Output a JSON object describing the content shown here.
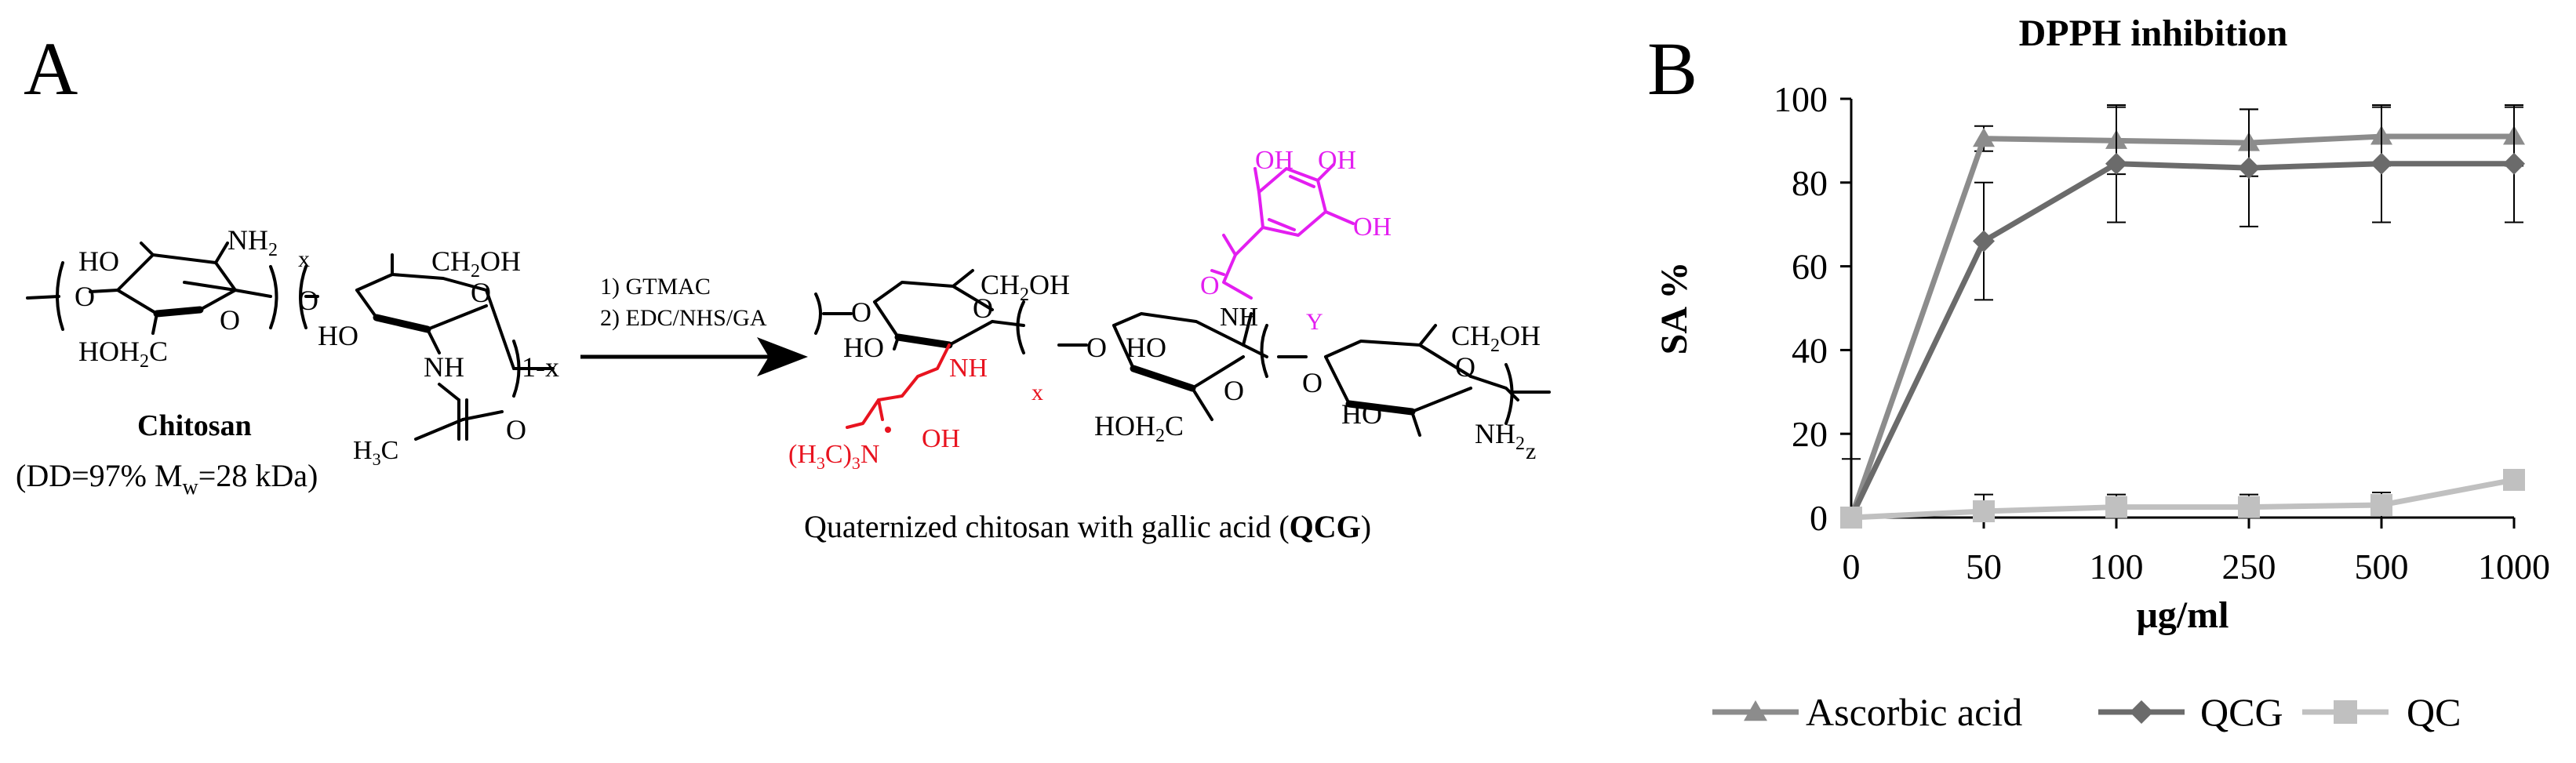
{
  "panel_a": {
    "label": "A",
    "chitosan": {
      "title": "Chitosan",
      "dd_text": "(DD=97% M",
      "mw_sub": "w",
      "mw_rest": "=28 kDa)",
      "atoms": {
        "ho_top": "HO",
        "nh2": "NH",
        "nh2_sub": "2",
        "x": "x",
        "ch2oh": "CH",
        "ch2oh_sub": "2",
        "ch2oh_oh": "OH",
        "o_ring1": "O",
        "o_ring2": "O",
        "o_link": "O",
        "o_left": "O",
        "hoh2c": "HOH",
        "hoh2c_sub": "2",
        "hoh2c_c": "C",
        "ho_ring2": "HO",
        "nh": "NH",
        "one_minus_x": "1-x",
        "h3c": "H",
        "h3c_sub": "3",
        "h3c_c": "C",
        "c_o": "O"
      }
    },
    "reagents": {
      "step1": "1) GTMAC",
      "step2": "2) EDC/NHS/GA"
    },
    "qcg": {
      "caption_pre": "Quaternized chitosan with gallic acid (",
      "caption_bold": "QCG",
      "caption_post": ")",
      "atoms": {
        "ch2oh_1": "CH",
        "ch2oh_1_sub": "2",
        "ch2oh_1_oh": "OH",
        "o_left": "O",
        "o_ring1": "O",
        "ho_1": "HO",
        "nh_red": "NH",
        "x": "x",
        "quat_n_pre": "(H",
        "quat_n_sub1": "3",
        "quat_n_mid": "C)",
        "quat_n_sub2": "3",
        "quat_n_n": "N",
        "oh_red": "OH",
        "o_link1": "O",
        "ho_2": "HO",
        "o_ring2": "O",
        "hoh2c": "HOH",
        "hoh2c_sub": "2",
        "hoh2c_c": "C",
        "nh_gallic": "NH",
        "y": "Y",
        "o_carbonyl": "O",
        "oh_a": "OH",
        "oh_b": "OH",
        "oh_c": "OH",
        "o_link2": "O",
        "ch2oh_3": "CH",
        "ch2oh_3_sub": "2",
        "ch2oh_3_oh": "OH",
        "ho_3": "HO",
        "o_ring3": "O",
        "nh2_3": "NH",
        "nh2_3_sub": "2",
        "z": "z"
      }
    }
  },
  "panel_b": {
    "label": "B",
    "chart_data": {
      "type": "line",
      "title": "DPPH inhibition",
      "xlabel": "μg/ml",
      "ylabel": "SA %",
      "categories": [
        "0",
        "50",
        "100",
        "250",
        "500",
        "1000"
      ],
      "ylim": [
        0,
        100
      ],
      "yticks": [
        0,
        20,
        40,
        60,
        80,
        100
      ],
      "grid": false,
      "legend_position": "bottom",
      "series": [
        {
          "name": "Ascorbic acid",
          "color": "#8c8c8c",
          "marker": "triangle",
          "values": [
            0,
            90.5,
            90,
            89.5,
            91,
            91
          ],
          "errors": [
            0,
            3,
            8,
            8,
            7,
            7
          ]
        },
        {
          "name": "QCG",
          "color": "#6b6b6b",
          "marker": "diamond",
          "values": [
            0,
            66,
            84.5,
            83.5,
            84.5,
            84.5
          ],
          "errors": [
            0,
            14,
            14,
            14,
            14,
            14
          ]
        },
        {
          "name": "QC",
          "color": "#c0c0c0",
          "marker": "square",
          "values": [
            0,
            1.5,
            2.5,
            2.5,
            3,
            9
          ],
          "errors": [
            14,
            4,
            3,
            3,
            3,
            0
          ]
        }
      ]
    }
  }
}
